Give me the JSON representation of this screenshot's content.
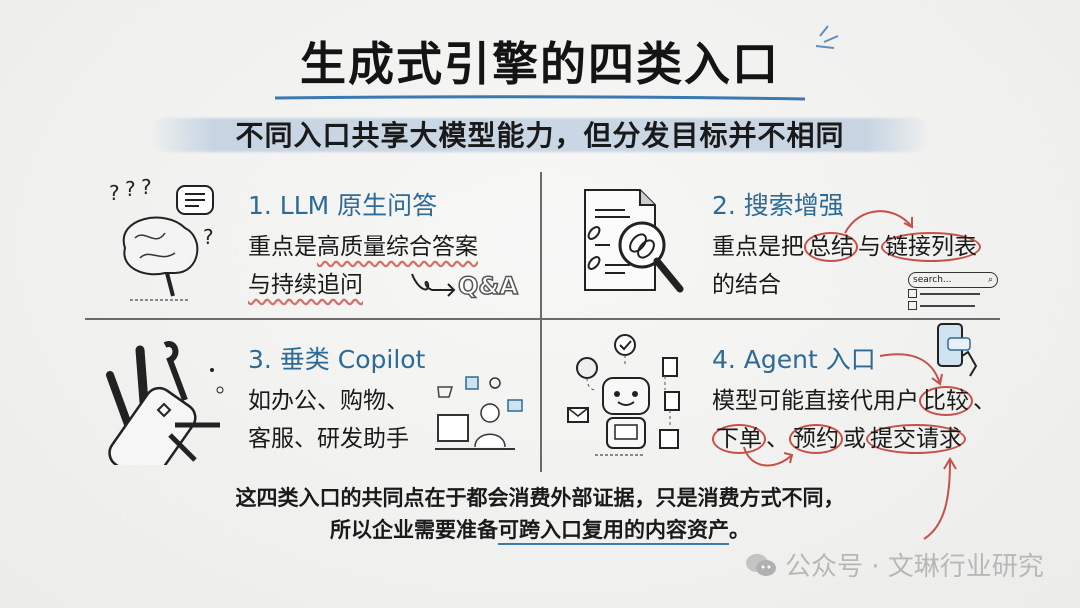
{
  "header": {
    "title": "生成式引擎的四类入口",
    "subtitle": "不同入口共享大模型能力，但分发目标并不相同"
  },
  "quadrants": [
    {
      "heading": "1. LLM 原生问答",
      "body_line1_plain": "重点是",
      "body_line1_emph": "高质量综合答案",
      "body_line2_emph": "与持续追问",
      "badge": "Q&A",
      "icon": "brain-with-question-marks-icon"
    },
    {
      "heading": "2. 搜索增强",
      "body_line1_plain": "重点是把",
      "body_circle1": "总结",
      "body_mid": "与",
      "body_circle2": "链接列表",
      "body_line2": "的结合",
      "search_placeholder": "search...",
      "icon": "document-magnifier-icon"
    },
    {
      "heading": "3. 垂类 Copilot",
      "body_line1": "如办公、购物、",
      "body_line2": "客服、研发助手",
      "icon": "swiss-army-knife-icon"
    },
    {
      "heading": "4. Agent 入口",
      "body_line1_plain": "模型可能直接代用户",
      "body_circle1": "比较",
      "body_line1_tail": "、",
      "body_circle2": "下单",
      "body_sep": "、",
      "body_circle3": "预约",
      "body_mid": "或",
      "body_circle4": "提交请求",
      "icon": "robot-agent-icon"
    }
  ],
  "footer": {
    "line1": "这四类入口的共同点在于都会消费外部证据，只是消费方式不同，",
    "line2_plain": "所以企业需要准备",
    "line2_emph": "可跨入口复用的内容资产",
    "line2_tail": "。"
  },
  "watermark": {
    "text": "公众号 · 文琳行业研究"
  },
  "colors": {
    "heading_blue": "#2d6a96",
    "accent_red": "#c8504a",
    "underline_blue": "#3a7ab0"
  }
}
